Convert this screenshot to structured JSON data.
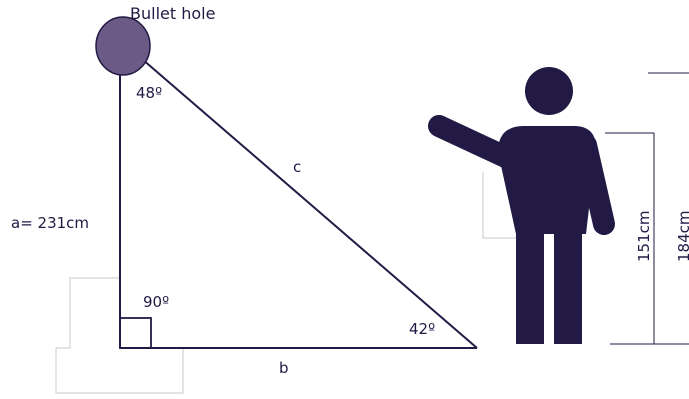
{
  "labels": {
    "bullet_hole": "Bullet hole",
    "top_angle": "48º",
    "right_angle": "90º",
    "bottom_angle": "42º",
    "side_a": "a= 231cm",
    "hypotenuse": "c",
    "base": "b",
    "shoulder_height": "151cm",
    "total_height": "184cm"
  },
  "colors": {
    "ink": "#221a44",
    "bullet": "#6b5a86",
    "faint": "#c8c8c8"
  }
}
